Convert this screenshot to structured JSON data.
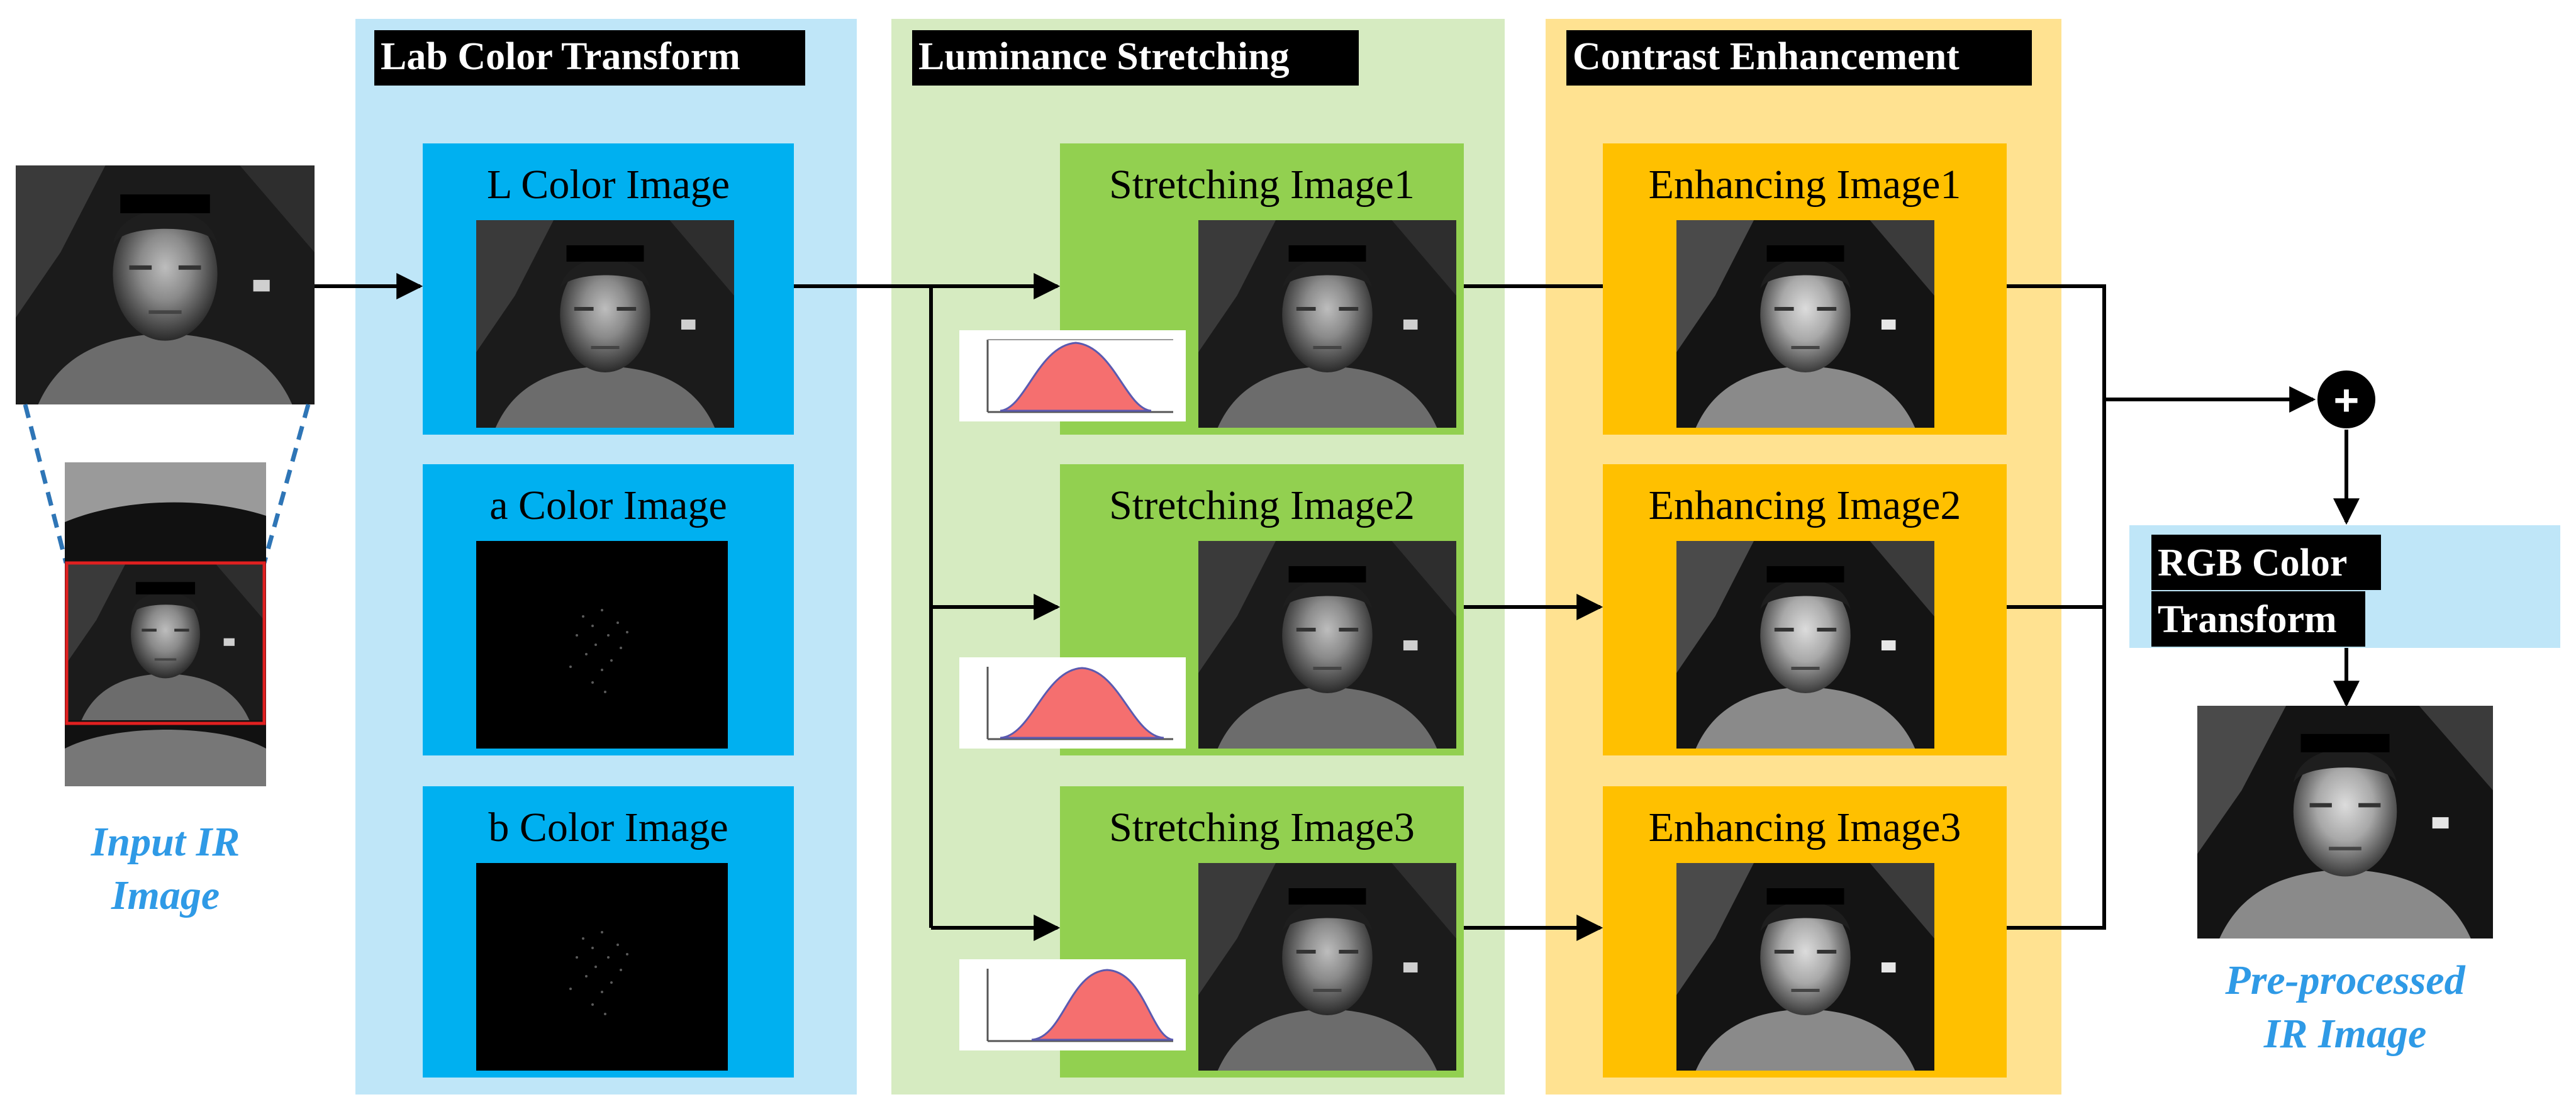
{
  "colors": {
    "lab_panel": "#bfe6f8",
    "lab_box": "#00b0f0",
    "stretch_panel": "#d6ebc1",
    "stretch_box": "#92d050",
    "contrast_panel": "#ffe291",
    "contrast_box": "#ffc000",
    "rgb_box": "#bfe6f8",
    "caption": "#2f9ae6",
    "curve_fill": "#f56f6f"
  },
  "input": {
    "caption_line1": "Input IR",
    "caption_line2": "Image"
  },
  "lab_stage": {
    "title": "Lab Color Transform",
    "boxes": [
      "L Color Image",
      "a Color Image",
      "b Color Image"
    ]
  },
  "stretch_stage": {
    "title": "Luminance Stretching",
    "boxes": [
      "Stretching Image1",
      "Stretching Image2",
      "Stretching Image3"
    ]
  },
  "contrast_stage": {
    "title": "Contrast Enhancement",
    "boxes": [
      "Enhancing Image1",
      "Enhancing Image2",
      "Enhancing Image3"
    ]
  },
  "sum_node": {
    "symbol": "+"
  },
  "rgb_stage": {
    "title_line1": "RGB Color",
    "title_line2": "Transform"
  },
  "output": {
    "caption_line1": "Pre-processed",
    "caption_line2": "IR Image"
  }
}
